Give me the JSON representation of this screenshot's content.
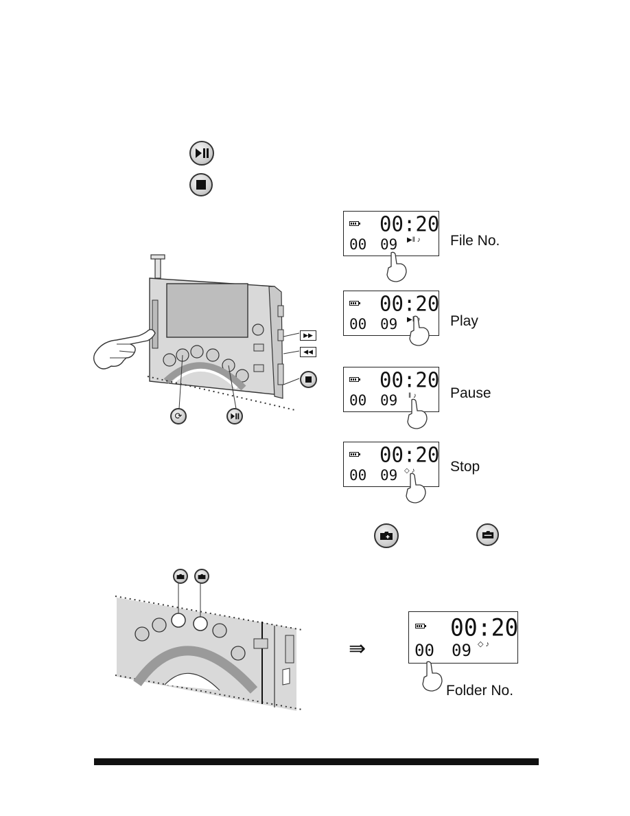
{
  "header_icons": [
    {
      "name": "play-pause-icon"
    },
    {
      "name": "stop-icon"
    }
  ],
  "lcd_panels": [
    {
      "time": "00:20",
      "folder": "00",
      "file": "09",
      "label": "File No.",
      "state_icon": "play-pause-indicator"
    },
    {
      "time": "00:20",
      "folder": "00",
      "file": "09",
      "label": "Play",
      "state_icon": "play-indicator"
    },
    {
      "time": "00:20",
      "folder": "00",
      "file": "09",
      "label": "Pause",
      "state_icon": "pause-indicator"
    },
    {
      "time": "00:20",
      "folder": "00",
      "file": "09",
      "label": "Stop",
      "state_icon": "stop-indicator"
    }
  ],
  "folder_panel": {
    "time": "00:20",
    "folder": "00",
    "file": "09",
    "label": "Folder No."
  },
  "folder_icons": [
    {
      "name": "folder-up-icon"
    },
    {
      "name": "folder-down-icon"
    }
  ],
  "colors": {
    "ink": "#111111",
    "device_panel": "#d6d6d6",
    "button_fill": "#cfcfcf",
    "footer_bar": "#111111"
  }
}
